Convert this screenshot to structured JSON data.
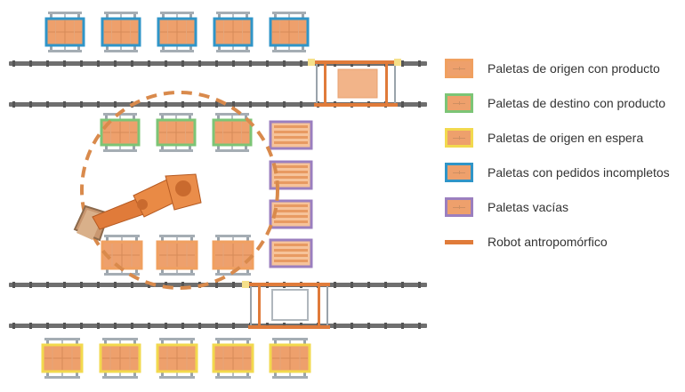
{
  "colors": {
    "origin_border": "#f0a060",
    "destination_border": "#7cc576",
    "waiting_border": "#f2d94e",
    "incomplete_border": "#2f95c8",
    "empty_border": "#9b7fbf",
    "robot": "#e07b3a",
    "pallet_fill": "#eea06c",
    "rail": "#6f6f6f"
  },
  "legend": {
    "items": [
      {
        "label": "Paletas de origen con producto",
        "kind": "origin"
      },
      {
        "label": "Paletas de destino con producto",
        "kind": "destination"
      },
      {
        "label": "Paletas de origen en espera",
        "kind": "waiting"
      },
      {
        "label": "Paletas con pedidos incompletos",
        "kind": "incomplete"
      },
      {
        "label": "Paletas vacías",
        "kind": "empty"
      },
      {
        "label": "Robot antropomórfico",
        "kind": "robot"
      }
    ]
  }
}
